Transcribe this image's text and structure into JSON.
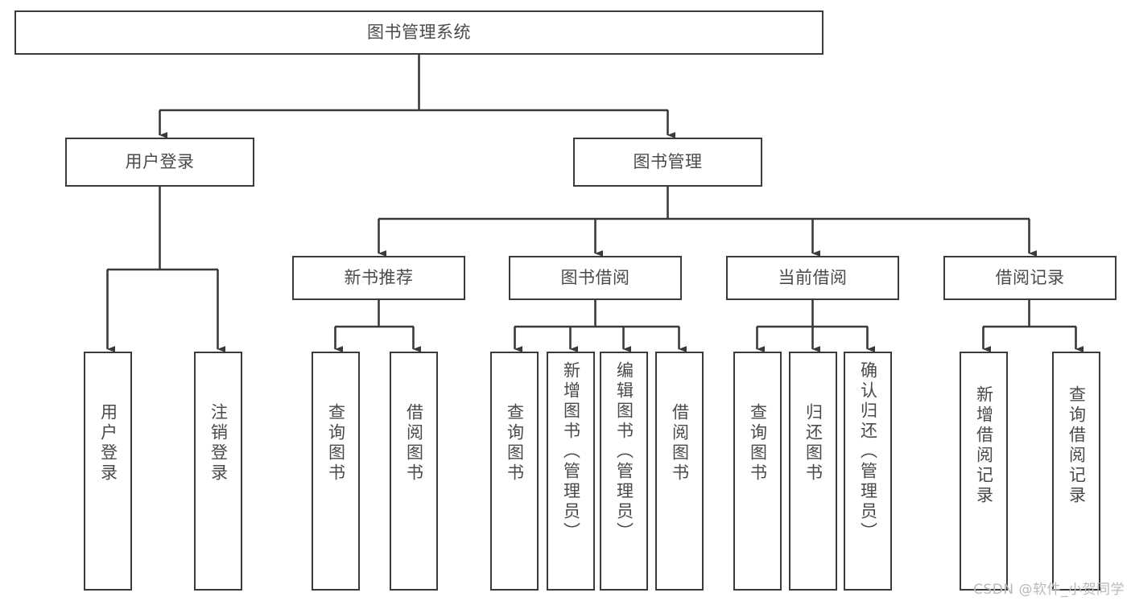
{
  "diagram": {
    "title": "图书管理系统",
    "type": "tree-hierarchy-diagram",
    "watermark": "CSDN @软件_小贺同学",
    "colors": {
      "background": "#ffffff",
      "node_border": "#3a3a3a",
      "node_fill": "#ffffff",
      "text": "#4a4a4a",
      "edge": "#3a3a3a",
      "watermark": "#b9b9b9"
    },
    "root": {
      "label": "图书管理系统"
    },
    "level2": [
      {
        "label": "用户登录"
      },
      {
        "label": "图书管理"
      }
    ],
    "level3": [
      {
        "label": "新书推荐"
      },
      {
        "label": "图书借阅"
      },
      {
        "label": "当前借阅"
      },
      {
        "label": "借阅记录"
      }
    ],
    "leaves": {
      "user_login": [
        {
          "label": "用户登录"
        },
        {
          "label": "注销登录"
        }
      ],
      "new_book_recommend": [
        {
          "label": "查询图书"
        },
        {
          "label": "借阅图书"
        }
      ],
      "book_borrow": [
        {
          "label": "查询图书"
        },
        {
          "label": "新增图书（管理员）"
        },
        {
          "label": "编辑图书（管理员）"
        },
        {
          "label": "借阅图书"
        }
      ],
      "current_borrow": [
        {
          "label": "查询图书"
        },
        {
          "label": "归还图书"
        },
        {
          "label": "确认归还（管理员）"
        }
      ],
      "borrow_record": [
        {
          "label": "新增借阅记录"
        },
        {
          "label": "查询借阅记录"
        }
      ]
    }
  }
}
